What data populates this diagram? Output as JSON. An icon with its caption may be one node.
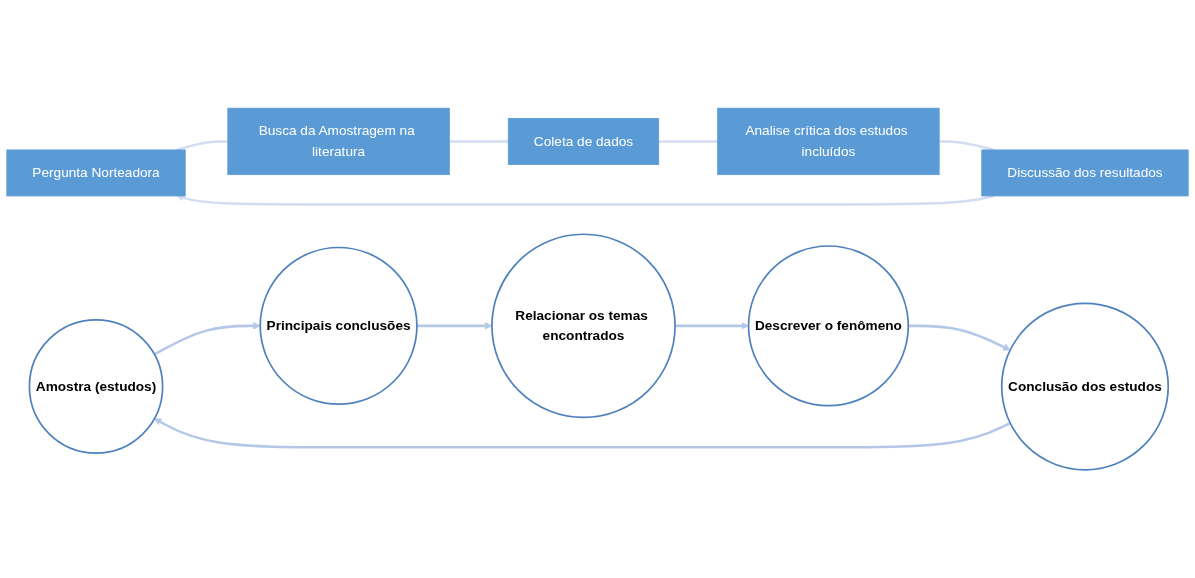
{
  "diagram": {
    "nodes": [
      {
        "text": [
          "Pergunta Norteadora"
        ]
      },
      {
        "text": [
          "Busca da Amostragem na literatura"
        ]
      },
      {
        "text": [
          "Coleta de dados"
        ]
      },
      {
        "text": [
          "Analise crítica dos estudos incluídos"
        ]
      },
      {
        "text": [
          "Discussão dos resultados"
        ]
      },
      {
        "text": [
          "Amostra (estudos)"
        ]
      },
      {
        "text": [
          "Principais conclusões"
        ]
      },
      {
        "text": [
          "Relacionar os temas encontrados"
        ]
      },
      {
        "text": [
          "Descrever o fenômeno"
        ]
      },
      {
        "text": [
          "Conclusão dos estudos"
        ]
      }
    ],
    "edges": [
      {
        "from": 0,
        "to": 1,
        "arrow": "none",
        "color": "#d3ddf0"
      },
      {
        "from": 1,
        "to": 2,
        "arrow": "none",
        "color": "#d3ddf0"
      },
      {
        "from": 2,
        "to": 3,
        "arrow": "none",
        "color": "#d3ddf0"
      },
      {
        "from": 3,
        "to": 4,
        "arrow": "none",
        "color": "#d3ddf0"
      },
      {
        "from": 4,
        "to": 0,
        "arrow": "to",
        "color": "#d3ddf0"
      },
      {
        "from": 5,
        "to": 6,
        "arrow": "to",
        "color": "#b4c7e7"
      },
      {
        "from": 6,
        "to": 7,
        "arrow": "to",
        "color": "#b4c7e7"
      },
      {
        "from": 7,
        "to": 8,
        "arrow": "to",
        "color": "#b4c7e7"
      },
      {
        "from": 8,
        "to": 9,
        "arrow": "to",
        "color": "#b4c7e7"
      },
      {
        "from": 9,
        "to": 5,
        "arrow": "to",
        "color": "#b4c7e7"
      }
    ]
  }
}
